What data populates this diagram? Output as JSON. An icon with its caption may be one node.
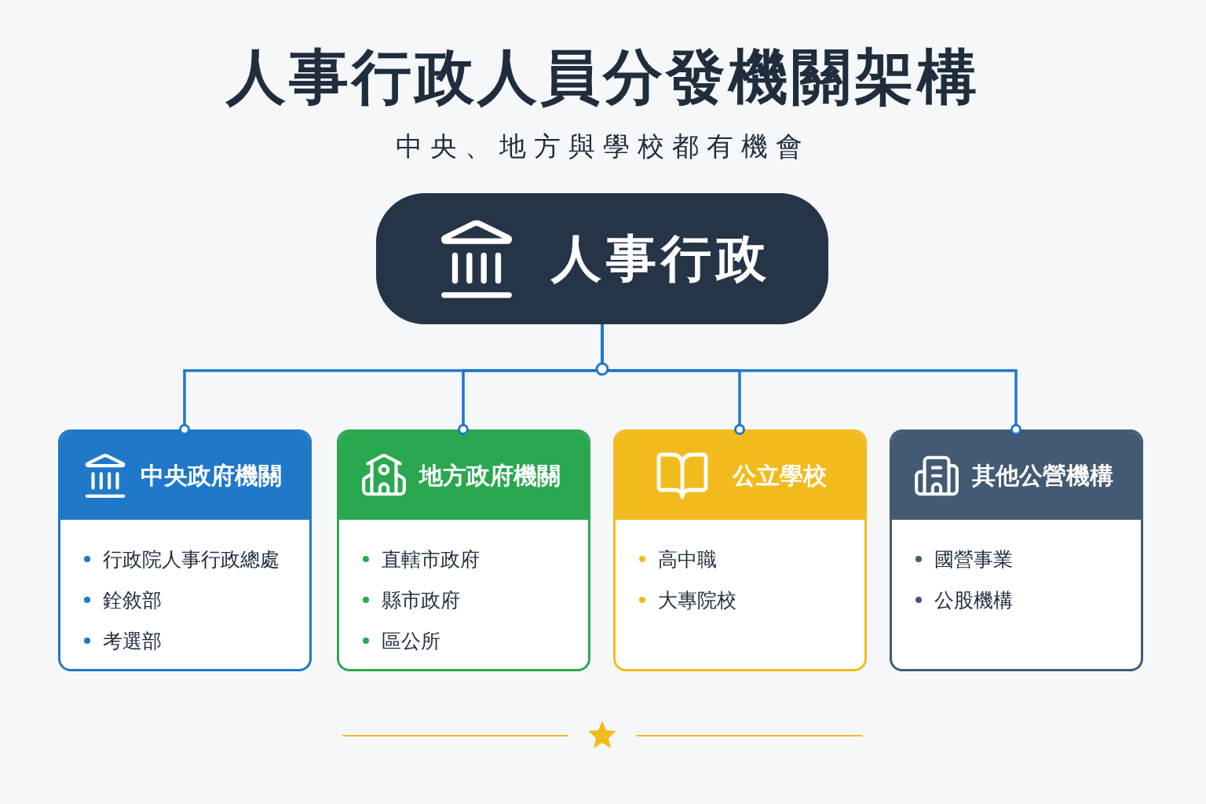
{
  "diagram": {
    "title": "人事行政人員分發機關架構",
    "nodes": [
      {
        "text": [
          "人事行政"
        ]
      },
      {
        "text": [
          "中央政府機關",
          "行政院人事行政總處",
          "銓敘部",
          "考選部"
        ]
      },
      {
        "text": [
          "地方政府機關",
          "直轄市政府",
          "縣市政府",
          "區公所"
        ]
      },
      {
        "text": [
          "公立學校",
          "高中職",
          "大專院校"
        ]
      },
      {
        "text": [
          "其他公營機構",
          "國營事業",
          "公股機構"
        ]
      }
    ],
    "edges": [
      {
        "from": 0,
        "to": 1,
        "arrow": "other"
      },
      {
        "from": 0,
        "to": 2,
        "arrow": "other"
      },
      {
        "from": 0,
        "to": 3,
        "arrow": "other"
      },
      {
        "from": 0,
        "to": 4,
        "arrow": "other"
      }
    ],
    "labels": [
      "中央、地方與學校都有機會"
    ]
  }
}
